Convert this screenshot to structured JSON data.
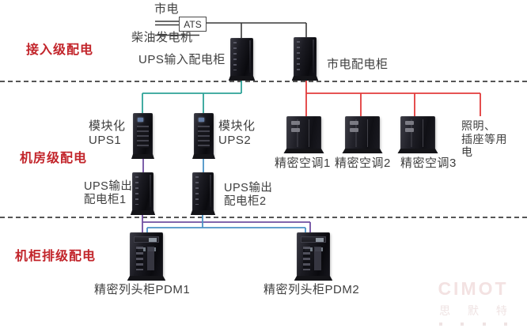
{
  "diagram": {
    "tier_labels": {
      "access": "接入级配电",
      "room": "机房级配电",
      "row": "机柜排级配电"
    },
    "source": {
      "mains": "市电",
      "ats": "ATS",
      "generator": "柴油发电机"
    },
    "access_level": {
      "ups_input_cabinet": "UPS输入配电柜",
      "mains_cabinet": "市电配电柜"
    },
    "room_level": {
      "ups1": "模块化\nUPS1",
      "ups2": "模块化\nUPS2",
      "ac1": "精密空调1",
      "ac2": "精密空调2",
      "ac3": "精密空调3",
      "lighting": "照明、\n插座等用\n电",
      "ups_output1": "UPS输出\n配电柜1",
      "ups_output2": "UPS输出\n配电柜2"
    },
    "row_level": {
      "pdm1": "精密列头柜PDM1",
      "pdm2": "精密列头柜PDM2"
    }
  },
  "watermark": {
    "brand": "CIMOT",
    "brand_cn": "思 默 特"
  },
  "colors": {
    "line-red": "#E23B3B",
    "line-teal": "#2EA397",
    "line-blue": "#4B93C6",
    "line-purple": "#6F4FA0",
    "line-wire": "#3A3A3A",
    "tier-red": "#C2242A",
    "label-text": "#3F3F3F"
  }
}
